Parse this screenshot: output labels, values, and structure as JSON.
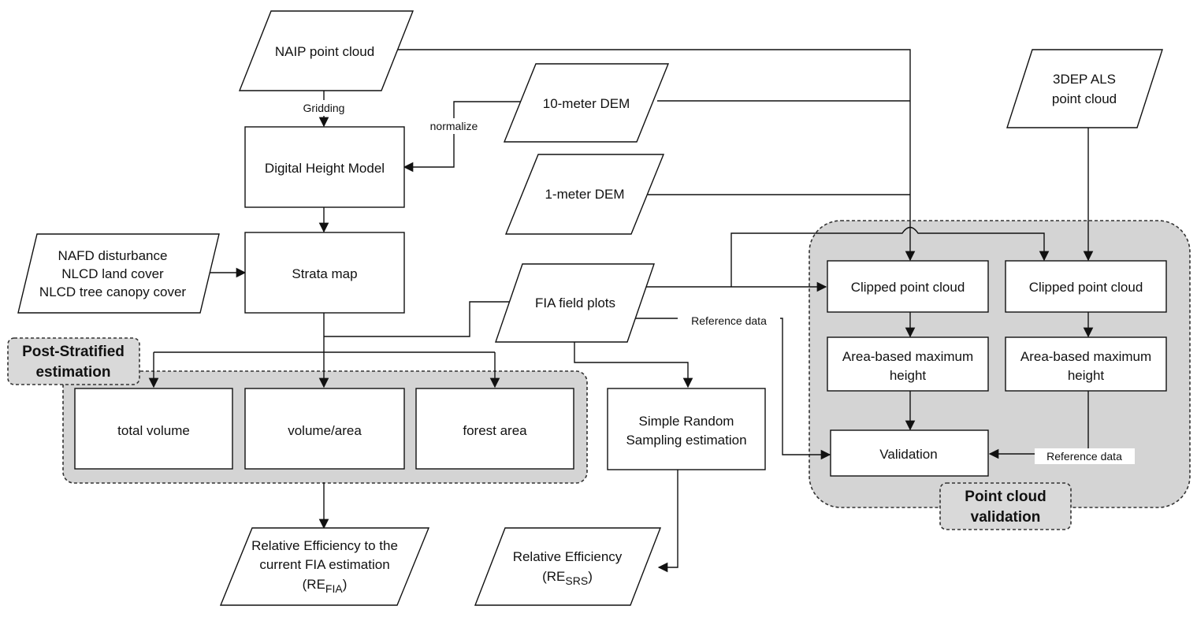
{
  "nodes": {
    "naip": [
      "NAIP point cloud"
    ],
    "dhm": [
      "Digital Height Model"
    ],
    "dem10": [
      "10-meter DEM"
    ],
    "dem1": [
      "1-meter DEM"
    ],
    "als3dep": [
      "3DEP ALS",
      "point cloud"
    ],
    "nafd": [
      "NAFD disturbance",
      "NLCD land cover",
      "NLCD tree canopy cover"
    ],
    "strata": [
      "Strata map"
    ],
    "fia": [
      "FIA field plots"
    ],
    "clipped1": [
      "Clipped point cloud"
    ],
    "clipped2": [
      "Clipped point cloud"
    ],
    "abmh1": [
      "Area-based maximum",
      "height"
    ],
    "abmh2": [
      "Area-based maximum",
      "height"
    ],
    "validation": [
      "Validation"
    ],
    "total_volume": [
      "total volume"
    ],
    "volume_area": [
      "volume/area"
    ],
    "forest_area": [
      "forest area"
    ],
    "srs": [
      "Simple Random",
      "Sampling estimation"
    ],
    "re_fia": {
      "lines": [
        "Relative Efficiency to the",
        "current FIA estimation"
      ],
      "sym": "RE",
      "sub": "FIA"
    },
    "re_srs": {
      "lines": [
        "Relative Efficiency"
      ],
      "sym": "RE",
      "sub": "SRS"
    }
  },
  "groups": {
    "post_stratified": [
      "Post-Stratified",
      "estimation"
    ],
    "point_cloud_validation": [
      "Point cloud",
      "validation"
    ]
  },
  "edge_labels": {
    "gridding": "Gridding",
    "normalize": "normalize",
    "reference_data_fia": "Reference data",
    "reference_data_als": "Reference data"
  },
  "colors": {
    "group_fill": "#d4d4d4",
    "stroke": "#111111"
  }
}
